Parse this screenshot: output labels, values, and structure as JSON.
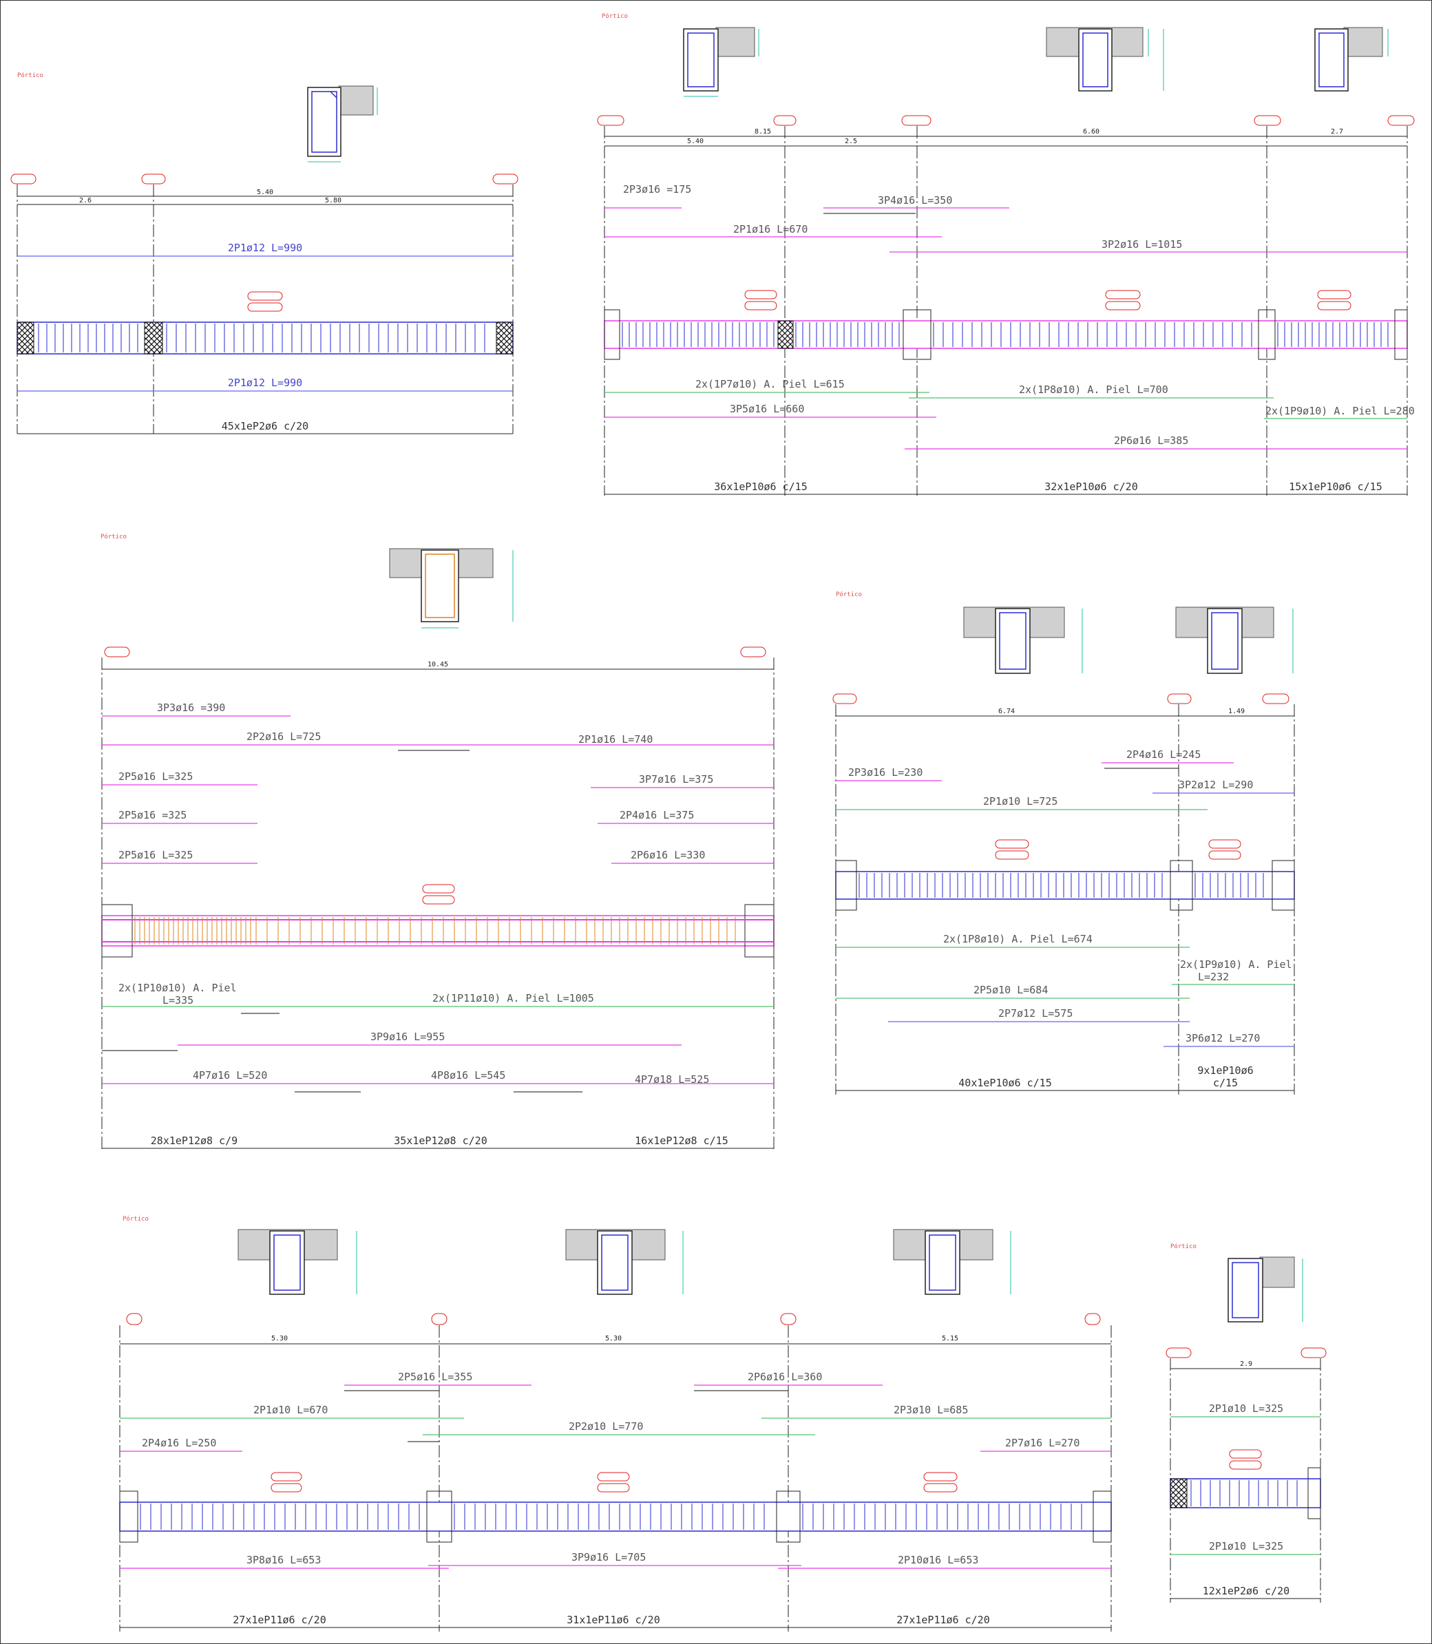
{
  "drawing": {
    "colors": {
      "bar_top": "#e63ce6",
      "bar_green": "#55c070",
      "bar_blue": "#6666ee",
      "stirrup": "#2a2ad6",
      "axis_tag": "#e02020",
      "dim": "#222222",
      "section_fill": "#d0d0d0",
      "dim_green": "#20c0a0",
      "stirrup_orange": "#e08020"
    },
    "beam1": {
      "span_total": "5.40",
      "spans": [
        "2.6",
        "5.80"
      ],
      "top_bar": "2P1ø12 L=990",
      "bottom_bar": "2P1ø12 L=990",
      "stirrups": "45x1eP2ø6 c/20"
    },
    "beam2": {
      "span_total": "8.15",
      "spans": [
        "5.40",
        "2.5",
        "6.60",
        "2.7"
      ],
      "top_bars": [
        "2P3ø16 =175",
        "3P4ø16 L=350",
        "2P1ø16 L=670",
        "3P2ø16 L=1015"
      ],
      "bottom_bars": [
        "2x(1P7ø10) A. Piel L=615",
        "2x(1P8ø10) A. Piel L=700",
        "3P5ø16 L=660",
        "2x(1P9ø10) A. Piel L=280",
        "2P6ø16 L=385"
      ],
      "stirrups": [
        "36x1eP10ø6 c/15",
        "32x1eP10ø6 c/20",
        "15x1eP10ø6 c/15"
      ]
    },
    "beam3": {
      "span_total": "10.45",
      "top_bars": [
        "3P3ø16 =390",
        "2P2ø16 L=725",
        "2P1ø16 L=740",
        "2P5ø16 L=325",
        "3P7ø16 L=375",
        "2P5ø16 =325",
        "2P4ø16 L=375",
        "2P5ø16 L=325",
        "2P6ø16 L=330"
      ],
      "bottom_bars": [
        "2x(1P10ø10) A. Piel",
        "L=335",
        "2x(1P11ø10) A. Piel L=1005",
        "3P9ø16 L=955",
        "4P7ø16 L=520",
        "4P8ø16 L=545",
        "4P7ø18 L=525"
      ],
      "stirrups": [
        "28x1eP12ø8 c/9",
        "35x1eP12ø8 c/20",
        "16x1eP12ø8 c/15"
      ]
    },
    "beam4": {
      "spans": [
        "6.74",
        "1.49"
      ],
      "top_bars": [
        "2P4ø16 L=245",
        "2P3ø16 L=230",
        "3P2ø12 L=290",
        "2P1ø10 L=725"
      ],
      "bottom_bars": [
        "2x(1P8ø10) A. Piel L=674",
        "2x(1P9ø10) A. Piel",
        "L=232",
        "2P5ø10 L=684",
        "2P7ø12 L=575",
        "3P6ø12 L=270"
      ],
      "stirrups": [
        "40x1eP10ø6 c/15",
        "9x1eP10ø6",
        "c/15"
      ]
    },
    "beam5": {
      "spans": [
        "5.30",
        "5.30",
        "5.15"
      ],
      "top_bars": [
        "2P5ø16 L=355",
        "2P6ø16 L=360",
        "2P1ø10 L=670",
        "2P3ø10 L=685",
        "2P2ø10 L=770",
        "2P4ø16 L=250",
        "2P7ø16 L=270"
      ],
      "bottom_bars": [
        "3P8ø16 L=653",
        "3P9ø16 L=705",
        "2P10ø16 L=653"
      ],
      "stirrups": [
        "27x1eP11ø6 c/20",
        "31x1eP11ø6 c/20",
        "27x1eP11ø6 c/20"
      ]
    },
    "beam6": {
      "span_total": "2.9",
      "top_bar": "2P1ø10 L=325",
      "bottom_bar": "2P1ø10 L=325",
      "stirrups": "12x1eP2ø6 c/20"
    }
  }
}
